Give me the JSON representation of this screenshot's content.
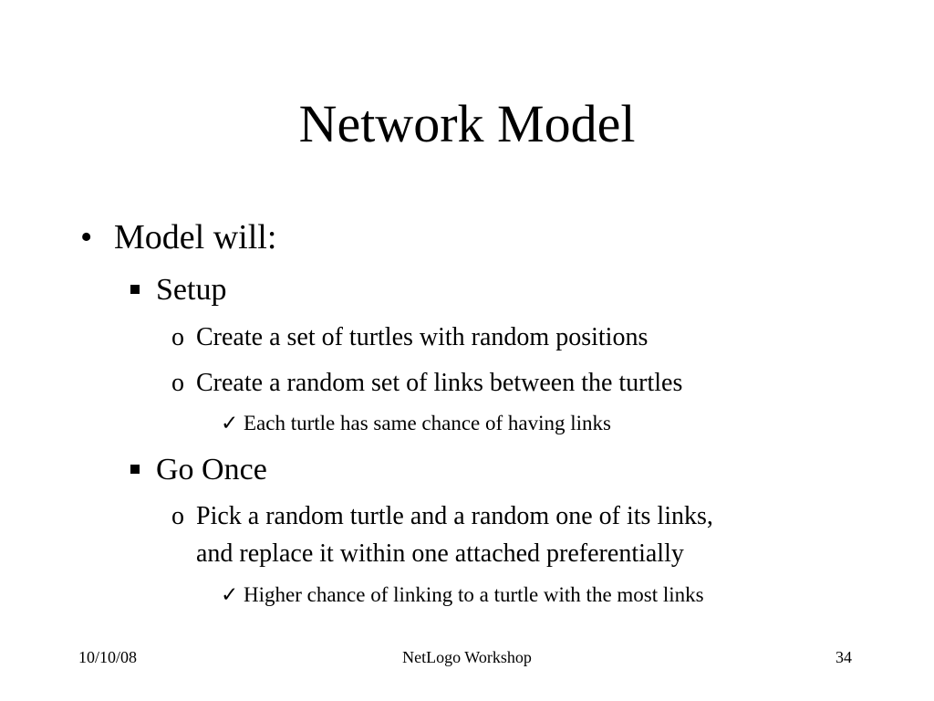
{
  "slide": {
    "title": "Network Model",
    "level1": {
      "marker": "•",
      "text": "Model will:"
    },
    "setup": {
      "text": "Setup",
      "points": [
        {
          "marker": "o",
          "text": "Create a set of turtles with random positions"
        },
        {
          "marker": "o",
          "text": "Create a random set of links between the turtles"
        }
      ],
      "check": {
        "marker": "✓",
        "text": "Each turtle has same chance of having links"
      }
    },
    "go_once": {
      "text": "Go Once",
      "point": {
        "marker": "o",
        "line1": "Pick a random turtle and a random one of its links,",
        "line2": "and replace it within one attached preferentially"
      },
      "check": {
        "marker": "✓",
        "text": "Higher chance of linking to a turtle with the most links"
      }
    }
  },
  "footer": {
    "date": "10/10/08",
    "center": "NetLogo Workshop",
    "page": "34"
  }
}
